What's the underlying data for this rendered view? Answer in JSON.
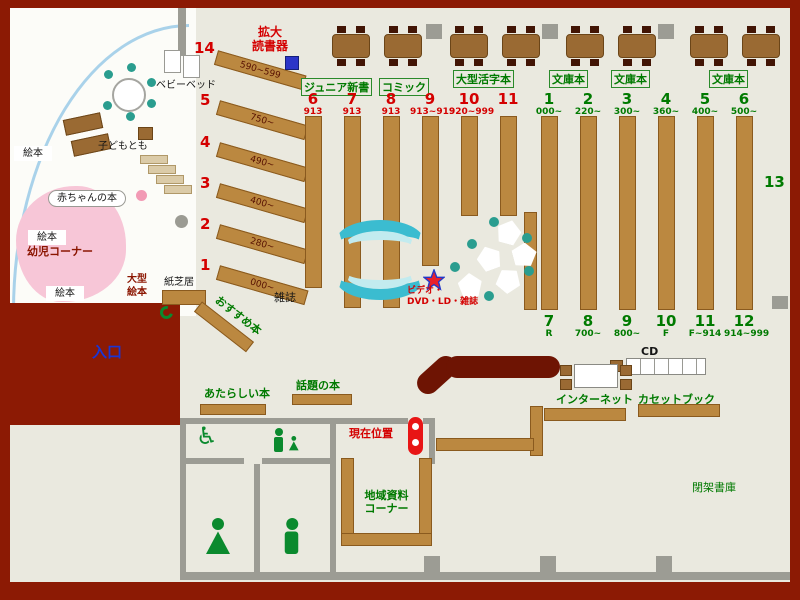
{
  "children_area": {
    "ehon_labels": [
      "絵本",
      "絵本",
      "絵本"
    ],
    "kodomotomo": "子どもとも",
    "akachan_books": "赤ちゃんの本",
    "yoji_corner": "幼児コーナー",
    "baby_bed": "ベビーベッド",
    "ogata_line1": "大型",
    "ogata_line2": "絵本",
    "kamishibai": "紙芝居"
  },
  "entrance_label": "入口",
  "diagonal_shelves": [
    {
      "num": "14",
      "range": "590~599"
    },
    {
      "num": "5",
      "range": "750~"
    },
    {
      "num": "4",
      "range": "490~"
    },
    {
      "num": "3",
      "range": "400~"
    },
    {
      "num": "2",
      "range": "280~"
    },
    {
      "num": "1",
      "range": "000~"
    }
  ],
  "magnifier_line1": "拡大",
  "magnifier_line2": "読書器",
  "section_labels": [
    "ジュニア新書",
    "コミック",
    "大型活字本",
    "文庫本",
    "文庫本",
    "文庫本"
  ],
  "shelf_numbers_red": [
    {
      "num": "6",
      "range": "913"
    },
    {
      "num": "7",
      "range": "913"
    },
    {
      "num": "8",
      "range": "913"
    },
    {
      "num": "9",
      "range": "913~919"
    },
    {
      "num": "10",
      "range": "920~999"
    },
    {
      "num": "11",
      "range": ""
    }
  ],
  "shelf_numbers_green_top": [
    {
      "num": "1",
      "range": "000~"
    },
    {
      "num": "2",
      "range": "220~"
    },
    {
      "num": "3",
      "range": "300~"
    },
    {
      "num": "4",
      "range": "360~"
    },
    {
      "num": "5",
      "range": "400~"
    },
    {
      "num": "6",
      "range": "500~"
    }
  ],
  "shelf_numbers_green_bottom": [
    {
      "num": "7",
      "range": "R"
    },
    {
      "num": "8",
      "range": "700~"
    },
    {
      "num": "9",
      "range": "800~"
    },
    {
      "num": "10",
      "range": "F"
    },
    {
      "num": "11",
      "range": "F~914"
    },
    {
      "num": "12",
      "range": "914~999"
    }
  ],
  "shelf_13": "13",
  "zasshi": "雑誌",
  "osusume": "おすすめ本",
  "video_line1": "ビデオ・",
  "video_line2": "DVD・LD・雑誌",
  "cd_label": "CD",
  "internet_label": "インターネット",
  "cassette_label": "カセットブック",
  "new_books": "あたらしい本",
  "topic_books": "話題の本",
  "current_position": "現在位置",
  "local_corner_line1": "地域資料",
  "local_corner_line2": "コーナー",
  "closed_stacks": "閉架書庫",
  "icons": {
    "wheelchair": "♿"
  }
}
